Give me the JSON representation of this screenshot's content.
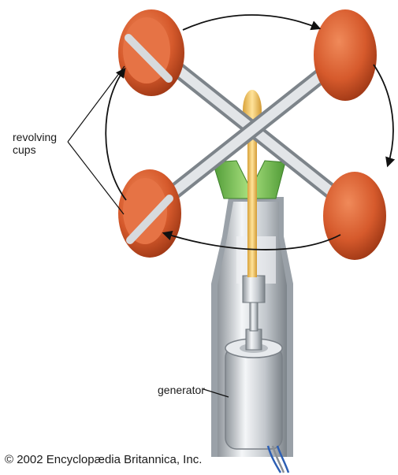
{
  "labels": {
    "revolving_cups": "revolving\ncups",
    "generator": "generator",
    "copyright": "© 2002 Encyclopædia Britannica, Inc."
  },
  "colors": {
    "cup": "#d65a2c",
    "cup_dark": "#a83c18",
    "arm": "#c8ccd0",
    "shaft": "#f2c45a",
    "cone": "#7fc45a",
    "housing": "#d9dde1",
    "generator": "#cfd3d7",
    "arrow": "#111111"
  },
  "icons": [
    "revolving-cup",
    "rotation-arrow",
    "generator-body",
    "wire"
  ]
}
